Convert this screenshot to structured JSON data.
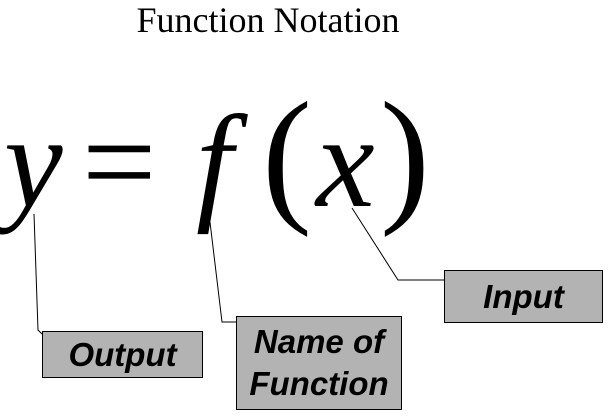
{
  "title": "Function Notation",
  "equation": {
    "output_symbol": "y",
    "equals": "=",
    "function_symbol": "f",
    "open_paren": "(",
    "input_symbol": "x",
    "close_paren": ")"
  },
  "labels": {
    "output": "Output",
    "name_of_function": "Name of Function",
    "input": "Input"
  },
  "colors": {
    "label_fill": "#b3b3b3",
    "line": "#000000"
  }
}
